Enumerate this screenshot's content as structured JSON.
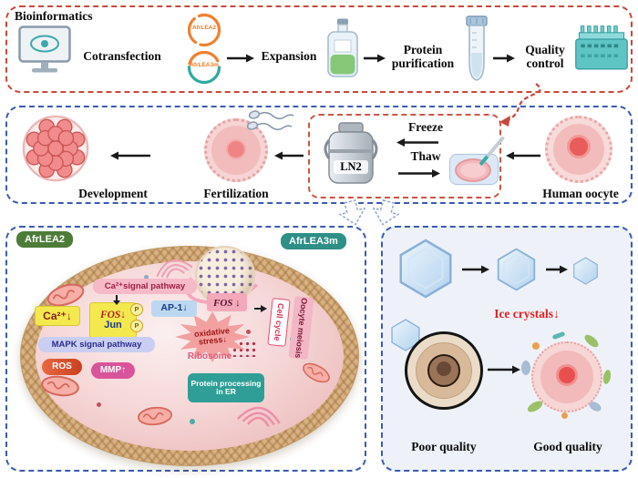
{
  "colors": {
    "panel_red_border": "#c8473c",
    "panel_blue_border": "#3a5ab4",
    "plasmid_orange": "#f08030",
    "plasmid_teal": "#2fa8a0",
    "badge_green": "#4c7c38",
    "badge_teal": "#2e8f86",
    "yellow_box": "#f3e94f",
    "magenta_badge": "#d9549a",
    "ros_badge": "#d85030",
    "ice_text_red": "#e02020"
  },
  "top": {
    "bioinformatics": "Bioinformatics",
    "cotransfection": "Cotransfection",
    "plasmid_top": "AfrLEA2",
    "plasmid_bottom": "AfrLEA3m",
    "expansion": "Expansion",
    "protein_purification": "Protein purification",
    "quality_control": "Quality control"
  },
  "middle": {
    "development": "Development",
    "fertilization": "Fertilization",
    "freeze": "Freeze",
    "thaw": "Thaw",
    "ln2": "LN2",
    "human_oocyte": "Human oocyte"
  },
  "cell_panel": {
    "afrlea2": "AfrLEA2",
    "afrlea3m": "AfrLEA3m",
    "ca_signal": "Ca²⁺signal pathway",
    "ca_down": "Ca²⁺↓",
    "fos": "FOS↓",
    "jun": "Jun",
    "p": "P",
    "ap1": "AP-1↓",
    "fos_nucleus": "FOS ↓",
    "oxidative_stress": "oxidative stress↓",
    "mapk": "MAPK signal pathway",
    "ros": "ROS",
    "mmp": "MMP↑",
    "ribosome": "Ribosome",
    "protein_er": "Protein processing in ER",
    "cell_cycle": "Cell cycle",
    "oocyte_meiosis": "Oocyte meiosis"
  },
  "quality_panel": {
    "ice_crystals": "Ice crystals↓",
    "poor": "Poor quality",
    "good": "Good quality"
  }
}
